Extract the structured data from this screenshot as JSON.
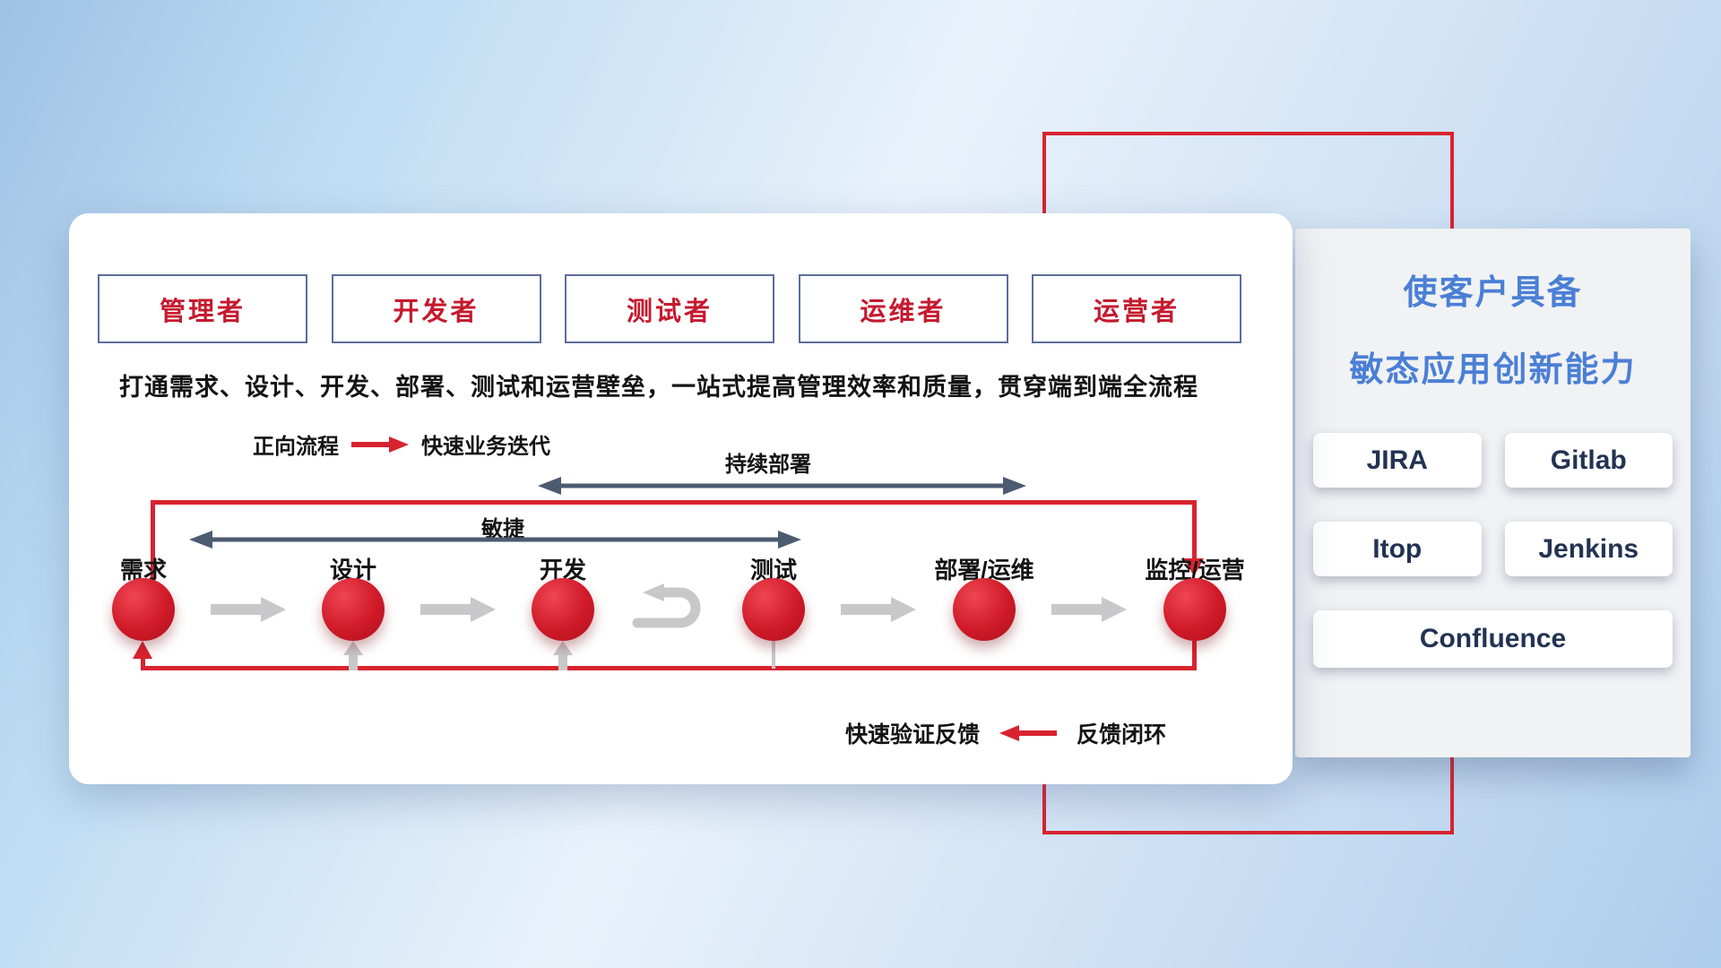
{
  "slide": {
    "roles": [
      "管理者",
      "开发者",
      "测试者",
      "运维者",
      "运营者"
    ],
    "description": "打通需求、设计、开发、部署、测试和运营壁垒，一站式提高管理效率和质量，贯穿端到端全流程",
    "legend": {
      "forward_label": "正向流程",
      "forward_value": "快速业务迭代",
      "feedback_value": "快速验证反馈",
      "feedback_label": "反馈闭环"
    },
    "flow": {
      "continuous_deploy_label": "持续部署",
      "agile_label": "敏捷",
      "stages": [
        "需求",
        "设计",
        "开发",
        "测试",
        "部署/运维",
        "监控/运营"
      ]
    }
  },
  "right_panel": {
    "title_line1": "使客户具备",
    "title_line2": "敏态应用创新能力",
    "tools": [
      "JIRA",
      "Gitlab",
      "Itop",
      "Jenkins",
      "Confluence"
    ]
  },
  "colors": {
    "accent_red": "#d8232f",
    "slate_arrow": "#4c5b70",
    "gray_arrow": "#c8c8ca",
    "title_blue": "#4a7fd5",
    "role_border_blue": "#5c6d9d",
    "tool_text_navy": "#233352"
  }
}
